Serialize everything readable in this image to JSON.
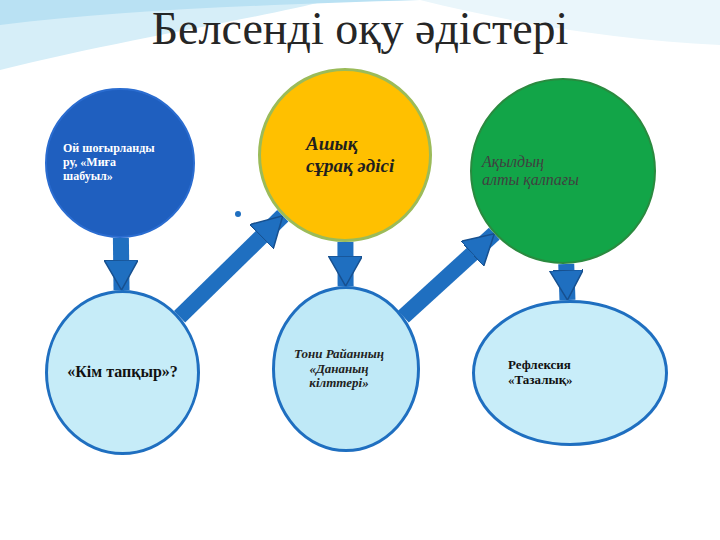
{
  "diagram": {
    "title": "Белсенді оқу әдістері",
    "nodes": [
      {
        "text": [
          "Ой шоғырланды ру, «Миға шабуыл»"
        ]
      },
      {
        "text": [
          "Ашық сұрақ әдісі"
        ]
      },
      {
        "text": [
          "Ақылдың алты қалпағы"
        ]
      },
      {
        "text": [
          "«Кім тапқыр»?"
        ]
      },
      {
        "text": [
          "Тони Райанның «Дананың кілттері»"
        ]
      },
      {
        "text": [
          "Рефлексия «Тазалық»"
        ]
      }
    ],
    "edges": [
      {
        "from": 0,
        "to": 3,
        "arrow": "to"
      },
      {
        "from": 3,
        "to": 1,
        "arrow": "to"
      },
      {
        "from": 1,
        "to": 4,
        "arrow": "to"
      },
      {
        "from": 4,
        "to": 2,
        "arrow": "to"
      },
      {
        "from": 2,
        "to": 5,
        "arrow": "to"
      }
    ]
  }
}
